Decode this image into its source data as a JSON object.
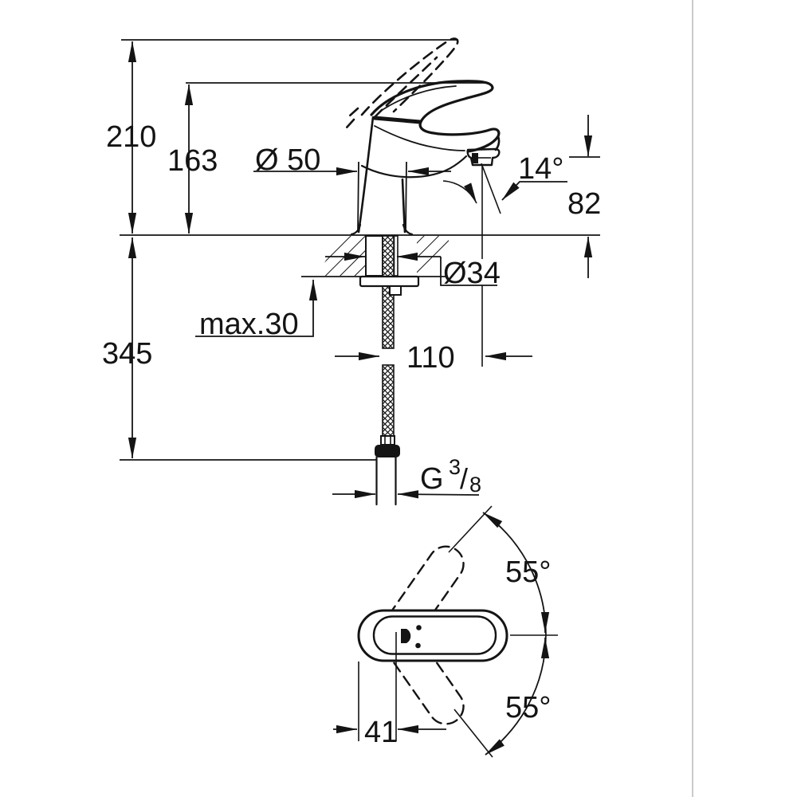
{
  "drawing": {
    "front_view": {
      "overall_height": "210",
      "height_to_handle": "163",
      "body_diameter": "Ø 50",
      "spout_angle": "14°",
      "spout_outlet_height": "82",
      "mounting_hole_diameter": "Ø34",
      "max_mounting_thickness": "max.30",
      "hose_length_below_deck": "345",
      "spout_projection": "110",
      "thread_label": {
        "prefix": "G",
        "numerator": "3",
        "slash": "/",
        "denominator": "8"
      }
    },
    "top_view": {
      "handle_swivel_upper": "55°",
      "handle_swivel_lower": "55°",
      "handle_pivot_offset": "41"
    }
  }
}
